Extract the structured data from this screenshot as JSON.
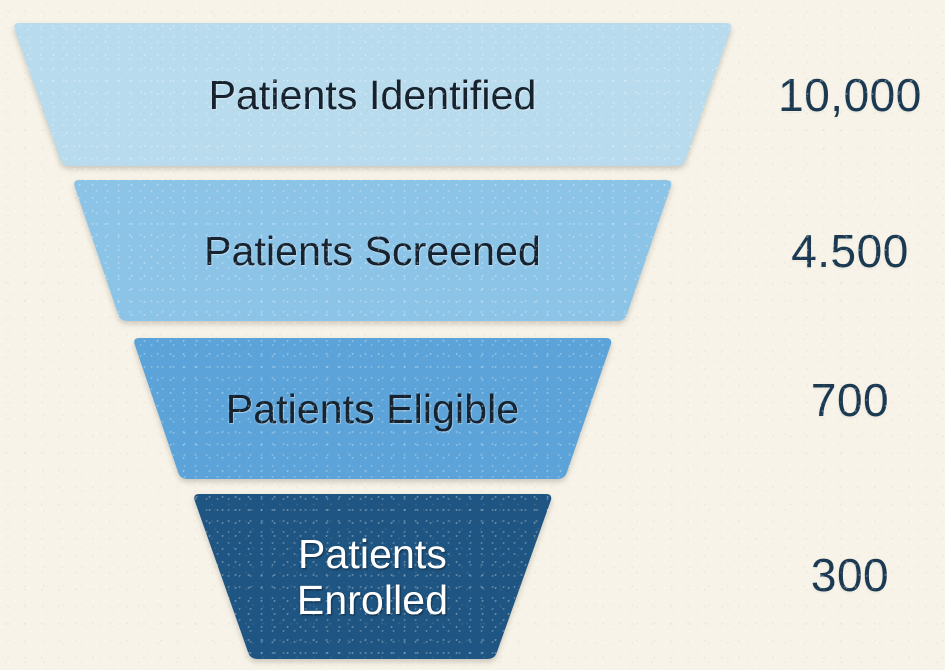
{
  "chart_data": {
    "type": "funnel",
    "title": "",
    "categories": [
      "Patients Identified",
      "Patients Screened",
      "Patients Eligible",
      "Patients Enrolled"
    ],
    "values": [
      10000,
      4500,
      700,
      300
    ],
    "value_labels": [
      "10,000",
      "4.500",
      "700",
      "300"
    ],
    "colors": [
      "#b8dbed",
      "#8cc4e8",
      "#5ba3d9",
      "#1f5582"
    ],
    "label_colors": [
      "#16222e",
      "#16222e",
      "#16222e",
      "#ffffff"
    ],
    "value_color": "#1b3a52",
    "background": "#f7f3e8",
    "legend": "none",
    "grid": false,
    "xlabel": "",
    "ylabel": ""
  },
  "funnel": {
    "stages": [
      {
        "label": "Patients Identified",
        "value_label": "10,000",
        "color": "#b8dbed",
        "label_tone": "dark"
      },
      {
        "label": "Patients Screened",
        "value_label": "4.500",
        "color": "#8cc4e8",
        "label_tone": "dark"
      },
      {
        "label": "Patients Eligible",
        "value_label": "700",
        "color": "#5ba3d9",
        "label_tone": "dark"
      },
      {
        "label": "Patients\nEnrolled",
        "value_label": "300",
        "color": "#1f5582",
        "label_tone": "light"
      }
    ]
  }
}
